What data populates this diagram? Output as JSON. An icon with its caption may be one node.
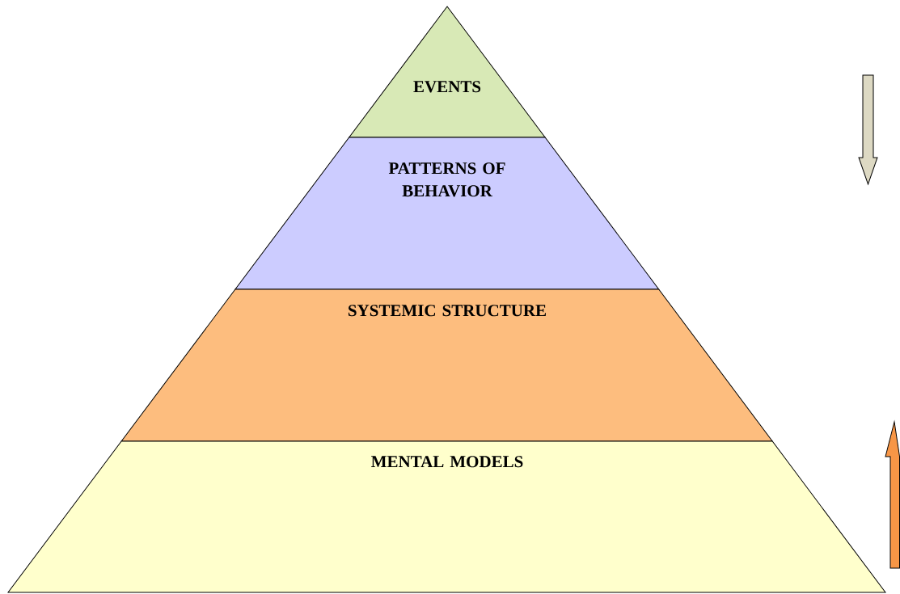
{
  "diagram": {
    "nodes": [
      {
        "text": [
          "EVENTS"
        ]
      },
      {
        "text": [
          "PATTERNS OF BEHAVIOR"
        ]
      },
      {
        "text": [
          "SYSTEMIC STRUCTURE"
        ]
      },
      {
        "text": [
          "MENTAL MODELS"
        ]
      }
    ]
  }
}
